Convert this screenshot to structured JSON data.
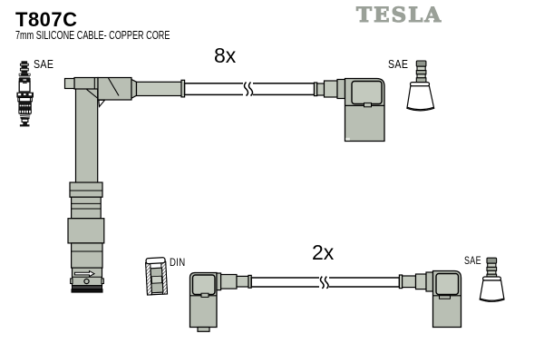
{
  "page": {
    "background": "#ffffff"
  },
  "header": {
    "part_number": "T807C",
    "subtitle": "7mm SILICONE CABLE- COPPER CORE"
  },
  "brand": {
    "name": "TESLA",
    "color": "#9aa098"
  },
  "labels": {
    "cable_top_quantity": "8x",
    "cable_bottom_quantity": "2x",
    "sparkplug_standard": "SAE",
    "top_terminal_standard": "SAE",
    "bottom_terminal_standard": "SAE",
    "bottom_connector_standard": "DIN"
  },
  "colors": {
    "boot_fill": "#b9bfb4",
    "boot_light": "#c6ccc1",
    "outline": "#000000",
    "dark_band": "#3f3f3f",
    "brand_gray": "#9aa098"
  }
}
